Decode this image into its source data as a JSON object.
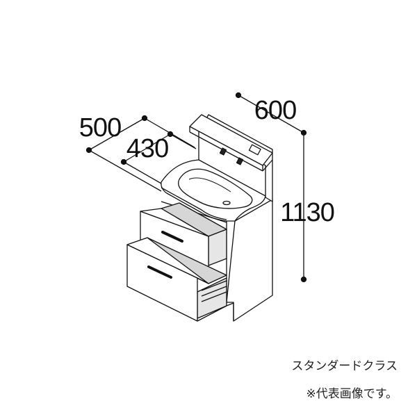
{
  "dimensions": {
    "width": "600",
    "depth_outer": "500",
    "depth_inner": "430",
    "height": "1130"
  },
  "captions": {
    "class_name": "スタンダードクラス",
    "note": "※代表画像です。"
  },
  "colors": {
    "line": "#111111",
    "drawer_dark": "#222222",
    "shade": "#bdbdbd",
    "fill": "#ffffff"
  }
}
